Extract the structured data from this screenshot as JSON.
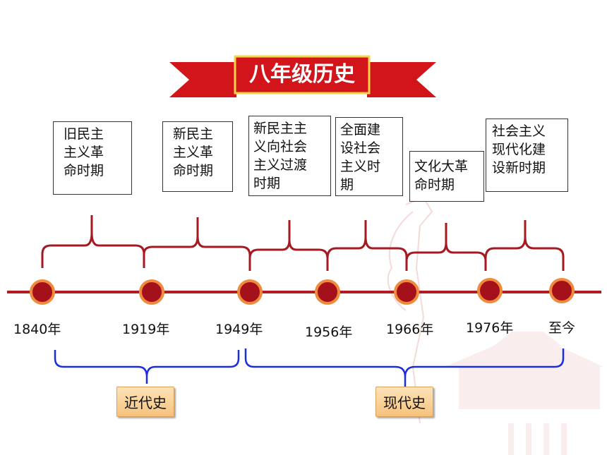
{
  "title": "八年级历史",
  "periods": [
    {
      "label": "旧民主主义革命时期"
    },
    {
      "label": "新民主主义革命时期"
    },
    {
      "label": "新民主主义向社会主义过渡时期"
    },
    {
      "label": "全面建设社会主义时期"
    },
    {
      "label": "文化大革命时期"
    },
    {
      "label": "社会主义现代化建设新时期"
    }
  ],
  "periods_text": {
    "p0": "旧民主\n主义革\n命时期",
    "p1": "新民主\n主义革\n命时期",
    "p2": "新民主主\n义向社会\n主义过渡\n时期",
    "p3": "全面建\n设社会\n主义时\n期",
    "p4": "文化大革\n命时期",
    "p5": "社会主义\n现代化建\n设新时期"
  },
  "years": [
    "1840年",
    "1919年",
    "1949年",
    "1956年",
    "1966年",
    "1976年",
    "至今"
  ],
  "eras": {
    "modern_old": "近代史",
    "contemporary": "现代史"
  },
  "colors": {
    "banner_red": "#d2141b",
    "axis_red": "#b01c22",
    "bracket_red": "#a41a20",
    "bracket_blue": "#1a2ee0",
    "dot_fill": "#a4111a",
    "dot_ring": "#f08a3c"
  }
}
